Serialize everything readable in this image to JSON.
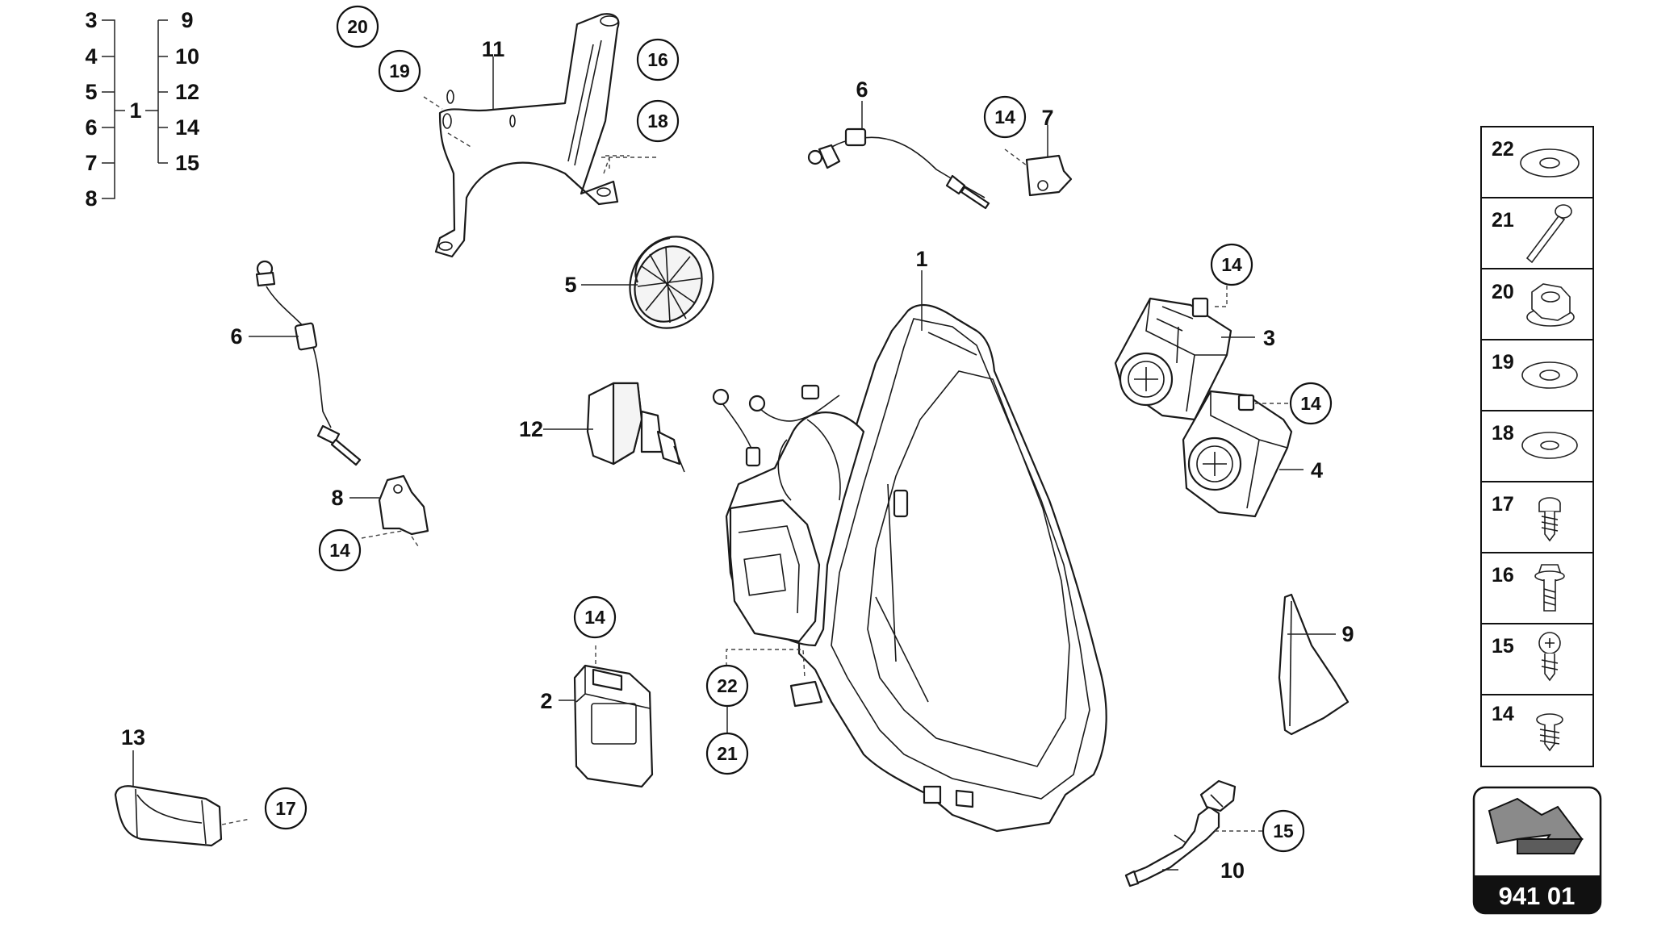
{
  "structure_tree": {
    "root": "1",
    "left": [
      "3",
      "4",
      "5",
      "6",
      "7",
      "8"
    ],
    "right": [
      "9",
      "10",
      "12",
      "14",
      "15"
    ]
  },
  "parts": {
    "p1": "1",
    "p2": "2",
    "p3": "3",
    "p4": "4",
    "p5": "5",
    "p6a": "6",
    "p6b": "6",
    "p7": "7",
    "p8": "8",
    "p9": "9",
    "p10": "10",
    "p11": "11",
    "p12": "12",
    "p13": "13"
  },
  "callouts": {
    "c20_top": "20",
    "c19_top": "19",
    "c16": "16",
    "c18": "18",
    "c14_b7": "14",
    "c14_b8": "14",
    "c14_d3": "14",
    "c14_d4": "14",
    "c14_ecu": "14",
    "c22": "22",
    "c21": "21",
    "c17": "17",
    "c15": "15"
  },
  "hardware_legend": [
    "22",
    "21",
    "20",
    "19",
    "18",
    "17",
    "16",
    "15",
    "14"
  ],
  "reference_badge": "941 01"
}
